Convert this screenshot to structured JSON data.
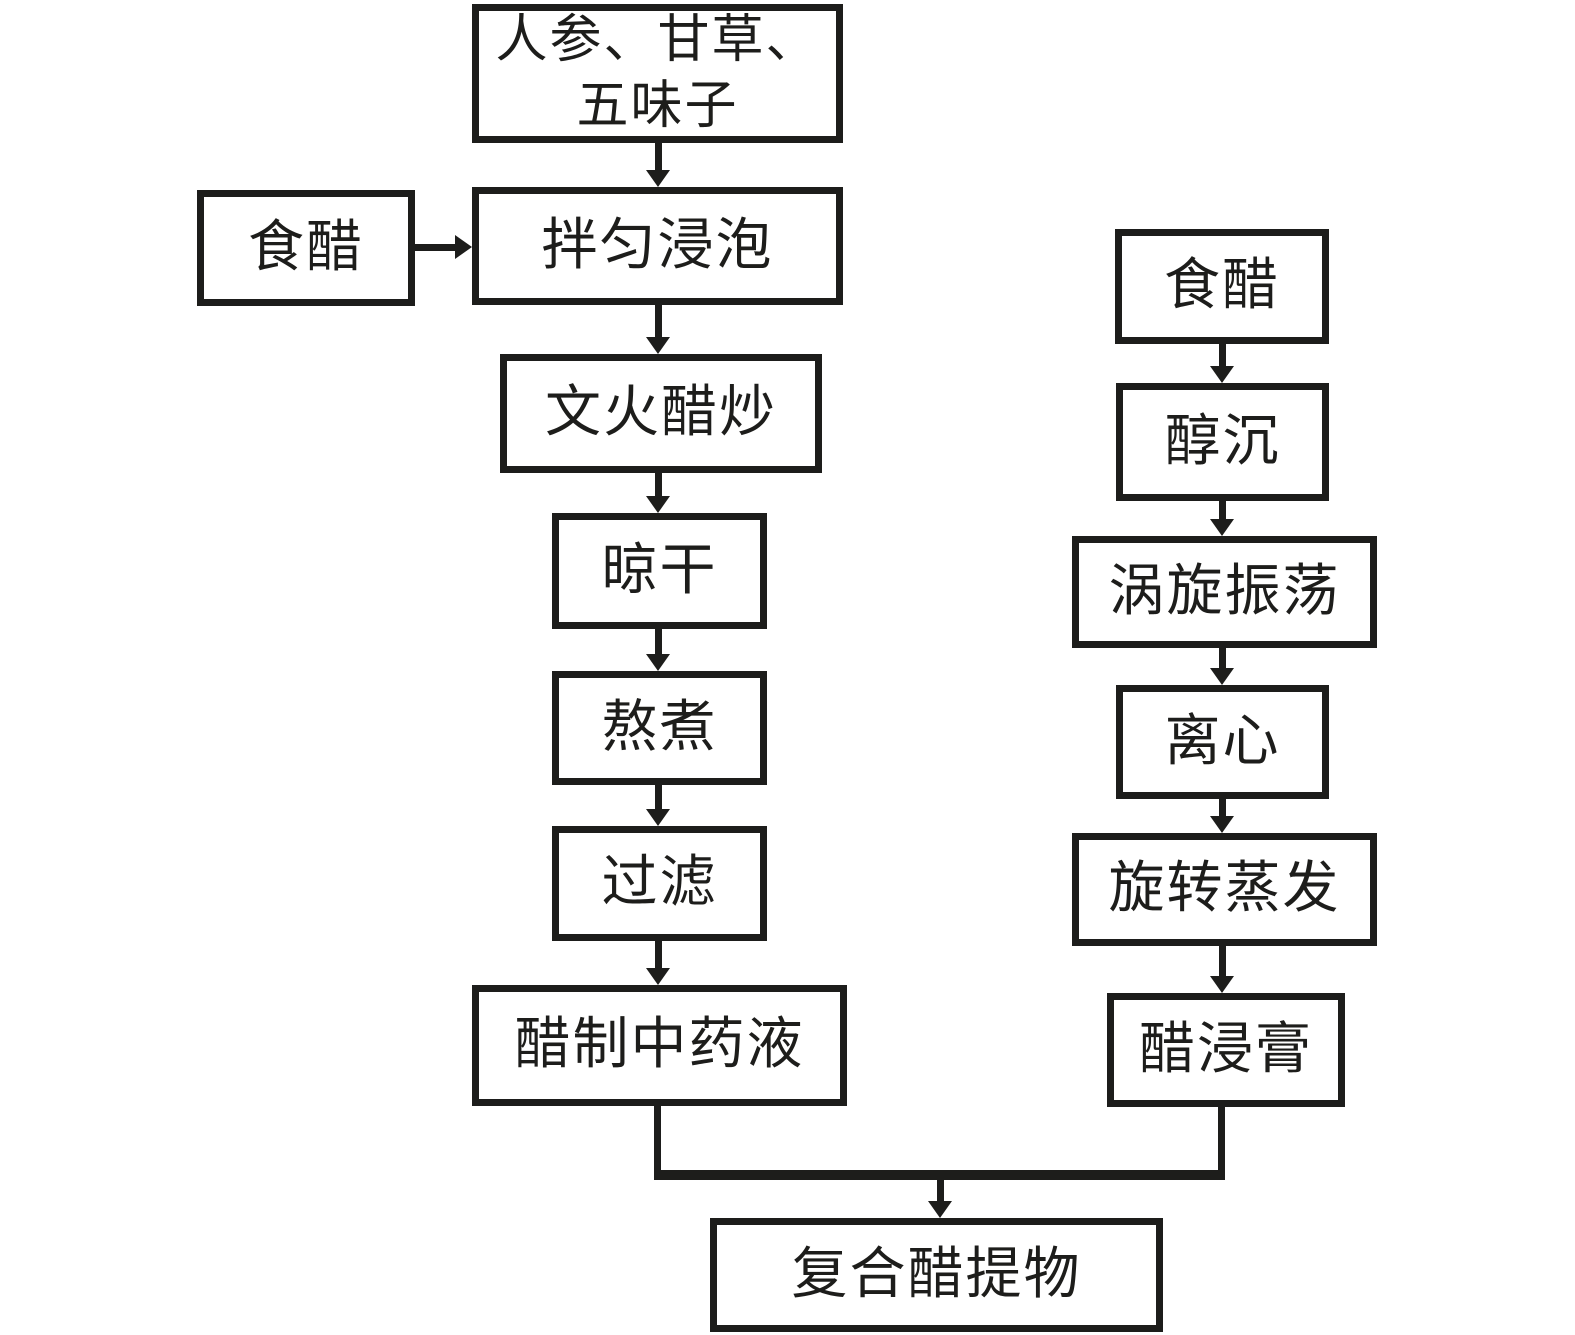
{
  "diagram": {
    "type": "flowchart",
    "colors": {
      "ink": "#1d1d1b",
      "background": "#ffffff"
    },
    "nodes": {
      "herbs": {
        "label": "人参、甘草、五味子",
        "line1": "人参、甘草、",
        "line2": "五味子"
      },
      "vinegar_left": {
        "label": "食醋"
      },
      "mix_soak": {
        "label": "拌匀浸泡"
      },
      "stir_fry": {
        "label": "文火醋炒"
      },
      "dry": {
        "label": "晾干"
      },
      "boil": {
        "label": "熬煮"
      },
      "filter": {
        "label": "过滤"
      },
      "herb_liquid": {
        "label": "醋制中药液"
      },
      "vinegar_right": {
        "label": "食醋"
      },
      "alcohol_precipitation": {
        "label": "醇沉"
      },
      "vortex": {
        "label": "涡旋振荡"
      },
      "centrifuge": {
        "label": "离心"
      },
      "rotary_evaporation": {
        "label": "旋转蒸发"
      },
      "vinegar_paste": {
        "label": "醋浸膏"
      },
      "compound_extract": {
        "label": "复合醋提物"
      }
    },
    "edges": [
      {
        "from": "herbs",
        "to": "mix_soak"
      },
      {
        "from": "vinegar_left",
        "to": "mix_soak"
      },
      {
        "from": "mix_soak",
        "to": "stir_fry"
      },
      {
        "from": "stir_fry",
        "to": "dry"
      },
      {
        "from": "dry",
        "to": "boil"
      },
      {
        "from": "boil",
        "to": "filter"
      },
      {
        "from": "filter",
        "to": "herb_liquid"
      },
      {
        "from": "vinegar_right",
        "to": "alcohol_precipitation"
      },
      {
        "from": "alcohol_precipitation",
        "to": "vortex"
      },
      {
        "from": "vortex",
        "to": "centrifuge"
      },
      {
        "from": "centrifuge",
        "to": "rotary_evaporation"
      },
      {
        "from": "rotary_evaporation",
        "to": "vinegar_paste"
      },
      {
        "from": "herb_liquid",
        "to": "compound_extract"
      },
      {
        "from": "vinegar_paste",
        "to": "compound_extract"
      }
    ]
  }
}
